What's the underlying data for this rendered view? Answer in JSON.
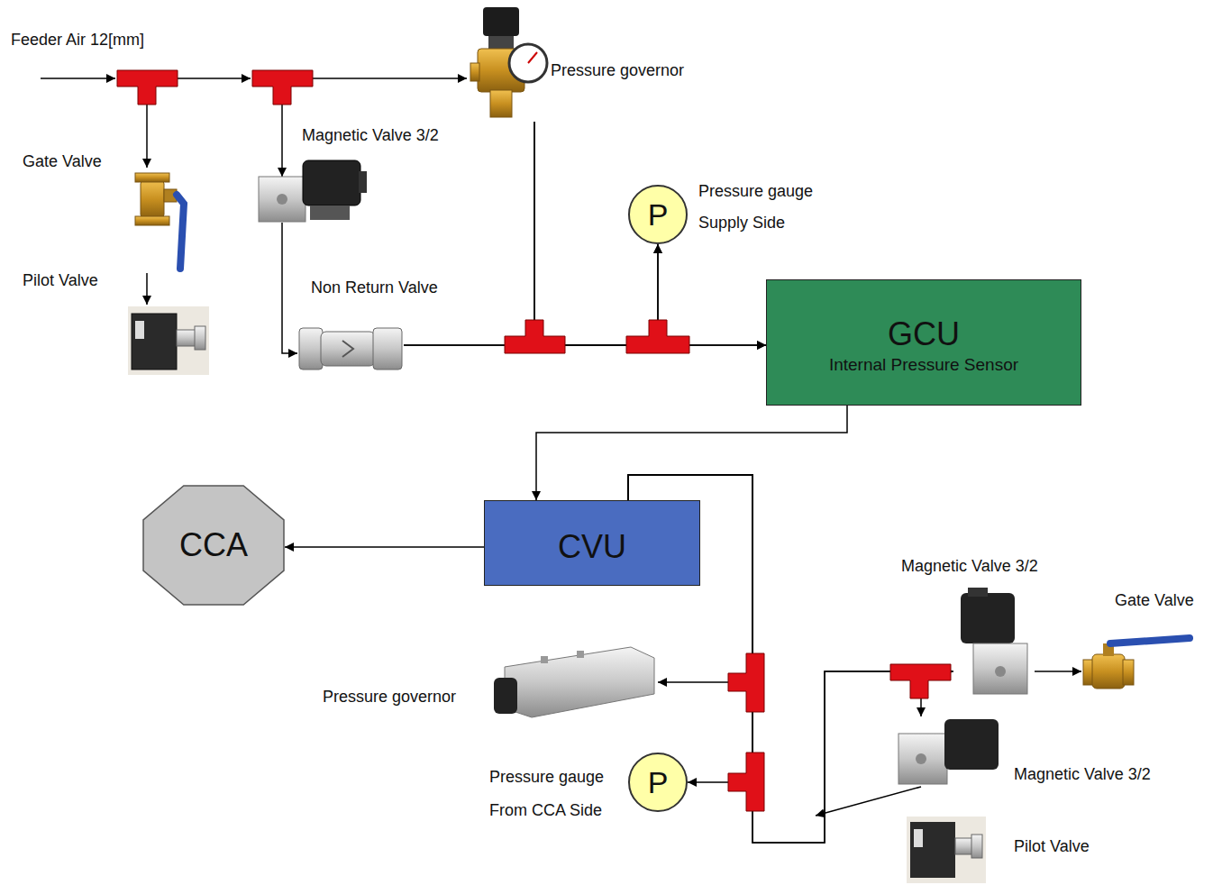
{
  "diagram": {
    "nodes": [
      {
        "text": [
          "Gate Valve"
        ]
      },
      {
        "text": [
          "Magnetic Valve 3/2"
        ]
      },
      {
        "text": [
          "Pressure governor"
        ]
      },
      {
        "text": [
          "P",
          "Pressure gauge Supply Side"
        ]
      },
      {
        "text": [
          "Pilot Valve"
        ]
      },
      {
        "text": [
          "Non Return Valve"
        ]
      },
      {
        "text": [
          "GCU",
          "Internal Pressure Sensor"
        ]
      },
      {
        "text": [
          "CVU"
        ]
      },
      {
        "text": [
          "CCA"
        ]
      },
      {
        "text": [
          "Magnetic Valve 3/2"
        ]
      },
      {
        "text": [
          "Gate Valve"
        ]
      },
      {
        "text": [
          "Pressure governor"
        ]
      },
      {
        "text": [
          "Magnetic Valve 3/2"
        ]
      },
      {
        "text": [
          "P",
          "Pressure gauge From CCA Side"
        ]
      },
      {
        "text": [
          "Pilot Valve"
        ]
      }
    ],
    "edges": [
      {
        "from": 0,
        "to": 4,
        "arrow": "to"
      },
      {
        "from": 1,
        "to": 5,
        "arrow": "to"
      },
      {
        "from": 5,
        "to": 6,
        "arrow": "to"
      },
      {
        "from": 2,
        "to": 6,
        "arrow": "to"
      },
      {
        "from": 5,
        "to": 3,
        "arrow": "to"
      },
      {
        "from": 2,
        "to": 3,
        "arrow": "to"
      },
      {
        "from": 6,
        "to": 7,
        "arrow": "to"
      },
      {
        "from": 7,
        "to": 8,
        "arrow": "to"
      },
      {
        "from": 7,
        "to": 11,
        "arrow": "to"
      },
      {
        "from": 7,
        "to": 13,
        "arrow": "to"
      },
      {
        "from": 7,
        "to": 9,
        "arrow": "to"
      },
      {
        "from": 7,
        "to": 12,
        "arrow": "to"
      },
      {
        "from": 9,
        "to": 10,
        "arrow": "to"
      },
      {
        "from": 12,
        "to": 14,
        "arrow": "to"
      }
    ],
    "labels": [
      "Feeder Air 12[mm]"
    ]
  }
}
